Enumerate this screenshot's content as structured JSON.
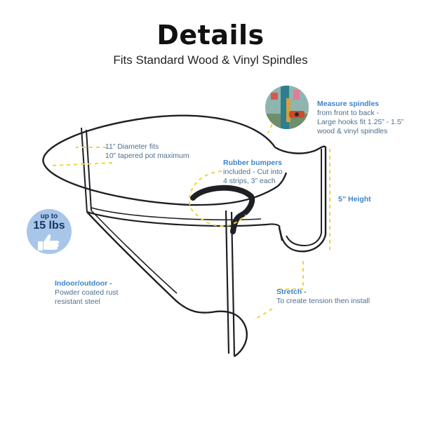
{
  "header": {
    "title": "Details",
    "subtitle": "Fits Standard Wood & Vinyl Spindles"
  },
  "callouts": {
    "diameter": {
      "lines": [
        "11” Diameter fits",
        "10” tapered pot maximum"
      ]
    },
    "bumpers": {
      "heading": "Rubber bumpers",
      "lines": [
        "included - Cut into",
        "4 strips, 3” each"
      ]
    },
    "measure": {
      "heading": "Measure spindles",
      "lines": [
        "from front to back -",
        "Large hooks fit 1.25” - 1.5”",
        "wood & vinyl spindles"
      ]
    },
    "height": {
      "heading": "5” Height"
    },
    "indoor": {
      "heading": "Indoor/outdoor -",
      "lines": [
        "Powder coated rust",
        "resistant steel"
      ]
    },
    "stretch": {
      "heading": "Stretch -",
      "lines": [
        "To create tension then install"
      ]
    }
  },
  "badge": {
    "top": "up to",
    "weight": "15 lbs",
    "icon": "thumbs-up-icon"
  },
  "colors": {
    "accent": "#3e83c7",
    "callout_line": "#f2d43b",
    "wire": "#1f2024",
    "badge_bg": "#a8c6ea"
  }
}
